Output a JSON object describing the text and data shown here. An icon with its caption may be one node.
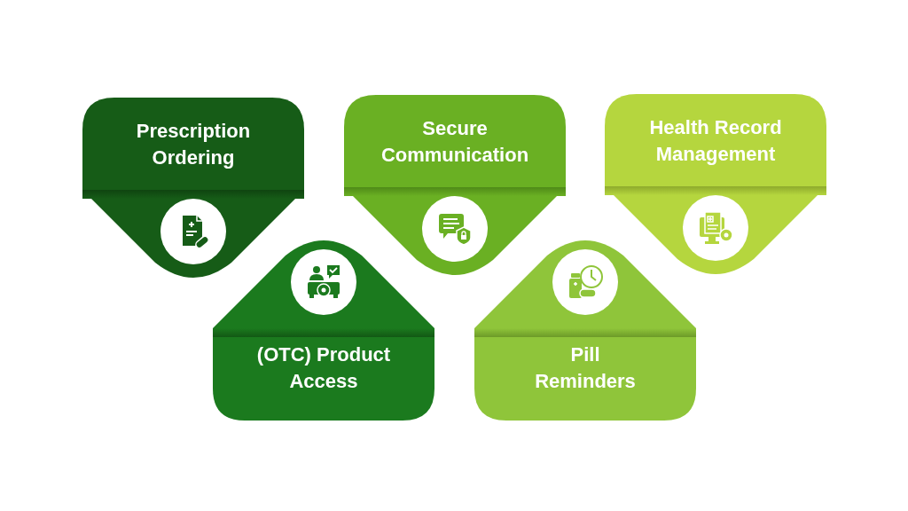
{
  "diagram": {
    "nodes": [
      {
        "text": [
          "Prescription Ordering"
        ]
      },
      {
        "text": [
          "Secure Communication"
        ]
      },
      {
        "text": [
          "Health Record Management"
        ]
      },
      {
        "text": [
          "(OTC) Product Access"
        ]
      },
      {
        "text": [
          "Pill Reminders"
        ]
      }
    ]
  }
}
